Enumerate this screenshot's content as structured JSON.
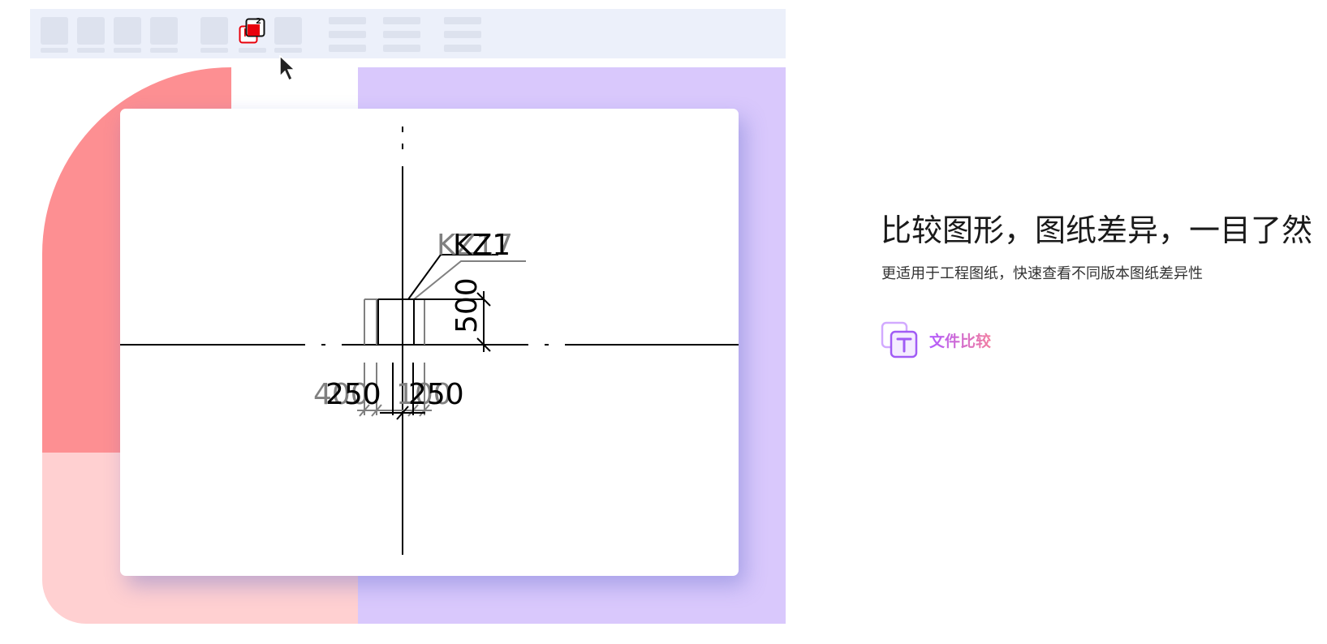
{
  "hero": {
    "headline": "比较图形，图纸差异，一目了然",
    "subline": "更适用于工程图纸，快速查看不同版本图纸差异性"
  },
  "feature_link": {
    "label": "文件比较",
    "icon": "file-compare-icon",
    "gradient": [
      "#b25cff",
      "#f27da0"
    ]
  },
  "toolbar": {
    "active_tool_badge": "2"
  },
  "drawing": {
    "old_version": {
      "label": "KZ17",
      "dims": [
        "400",
        "100"
      ],
      "color": "#808080"
    },
    "new_version": {
      "label": "KZ1",
      "dims": [
        "250",
        "250",
        "500"
      ],
      "color": "#000000"
    }
  },
  "colors": {
    "toolbar_bg": "#ecf0fa",
    "placeholder": "#dde2ee",
    "red_shape": "#fd8f92",
    "pink_shape": "#ffd0d1",
    "purple_shape": "#d9c8fc",
    "diff_red": "#e8000b",
    "text_primary": "#1a1a1a",
    "text_secondary": "#333333"
  }
}
